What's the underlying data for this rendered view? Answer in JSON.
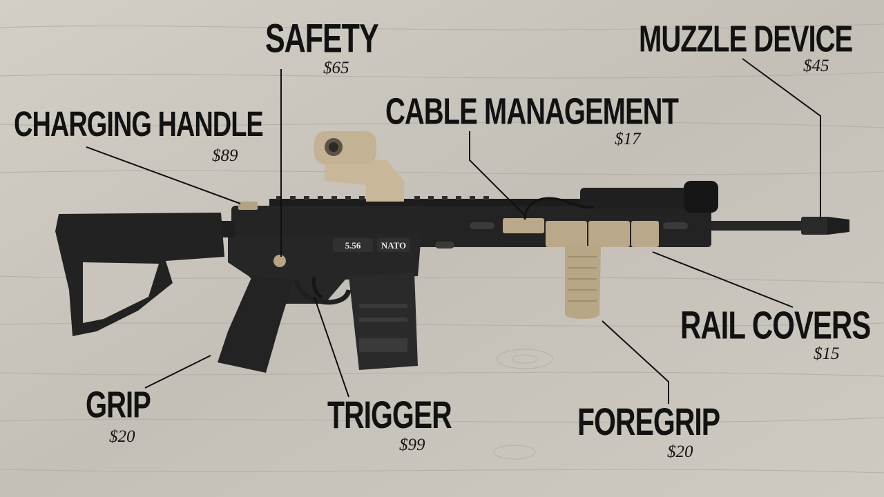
{
  "callouts": {
    "safety": {
      "name": "SAFETY",
      "price": "$65"
    },
    "muzzle_device": {
      "name": "MUZZLE DEVICE",
      "price": "$45"
    },
    "cable_management": {
      "name": "CABLE MANAGEMENT",
      "price": "$17"
    },
    "charging_handle": {
      "name": "CHARGING HANDLE",
      "price": "$89"
    },
    "rail_covers": {
      "name": "RAIL COVERS",
      "price": "$15"
    },
    "grip": {
      "name": "GRIP",
      "price": "$20"
    },
    "trigger": {
      "name": "TRIGGER",
      "price": "$99"
    },
    "foregrip": {
      "name": "FOREGRIP",
      "price": "$20"
    }
  },
  "markings": {
    "caliber": "5.56",
    "nato": "NATO"
  },
  "colors": {
    "wood_background": "#c9c5bd",
    "rifle_black": "#222222",
    "flat_dark_earth": "#bba98a",
    "label_text": "#121212"
  }
}
